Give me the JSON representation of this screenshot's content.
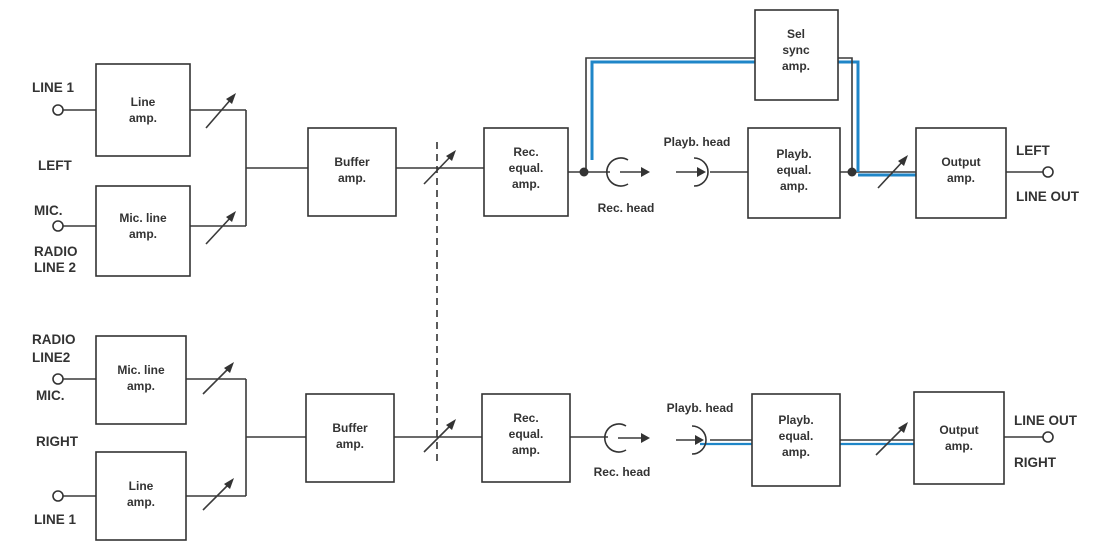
{
  "left": {
    "side_label": "LEFT",
    "line1_input": "LINE 1",
    "mic_input": "MIC.",
    "radio_line2_input": [
      "RADIO",
      "LINE 2"
    ],
    "line_amp": [
      "Line",
      "amp."
    ],
    "mic_line_amp": [
      "Mic. line",
      "amp."
    ],
    "buffer_amp": [
      "Buffer",
      "amp."
    ],
    "rec_equal_amp": [
      "Rec.",
      "equal.",
      "amp."
    ],
    "rec_head": "Rec. head",
    "playb_head": "Playb. head",
    "playb_equal_amp": [
      "Playb.",
      "equal.",
      "amp."
    ],
    "sel_sync_amp": [
      "Sel",
      "sync",
      "amp."
    ],
    "output_amp": [
      "Output",
      "amp."
    ],
    "output_label_top": "LEFT",
    "output_label_bottom": "LINE OUT"
  },
  "right": {
    "side_label": "RIGHT",
    "radio_line2_input": [
      "RADIO",
      "LINE2"
    ],
    "mic_input": "MIC.",
    "line1_input": "LINE 1",
    "mic_line_amp": [
      "Mic. line",
      "amp."
    ],
    "line_amp": [
      "Line",
      "amp."
    ],
    "buffer_amp": [
      "Buffer",
      "amp."
    ],
    "rec_equal_amp": [
      "Rec.",
      "equal.",
      "amp."
    ],
    "rec_head": "Rec. head",
    "playb_head": "Playb. head",
    "playb_equal_amp": [
      "Playb.",
      "equal.",
      "amp."
    ],
    "output_amp": [
      "Output",
      "amp."
    ],
    "output_label_top": "LINE OUT",
    "output_label_bottom": "RIGHT"
  },
  "colors": {
    "signal_path": "#1f86c8",
    "ink": "#333333"
  }
}
